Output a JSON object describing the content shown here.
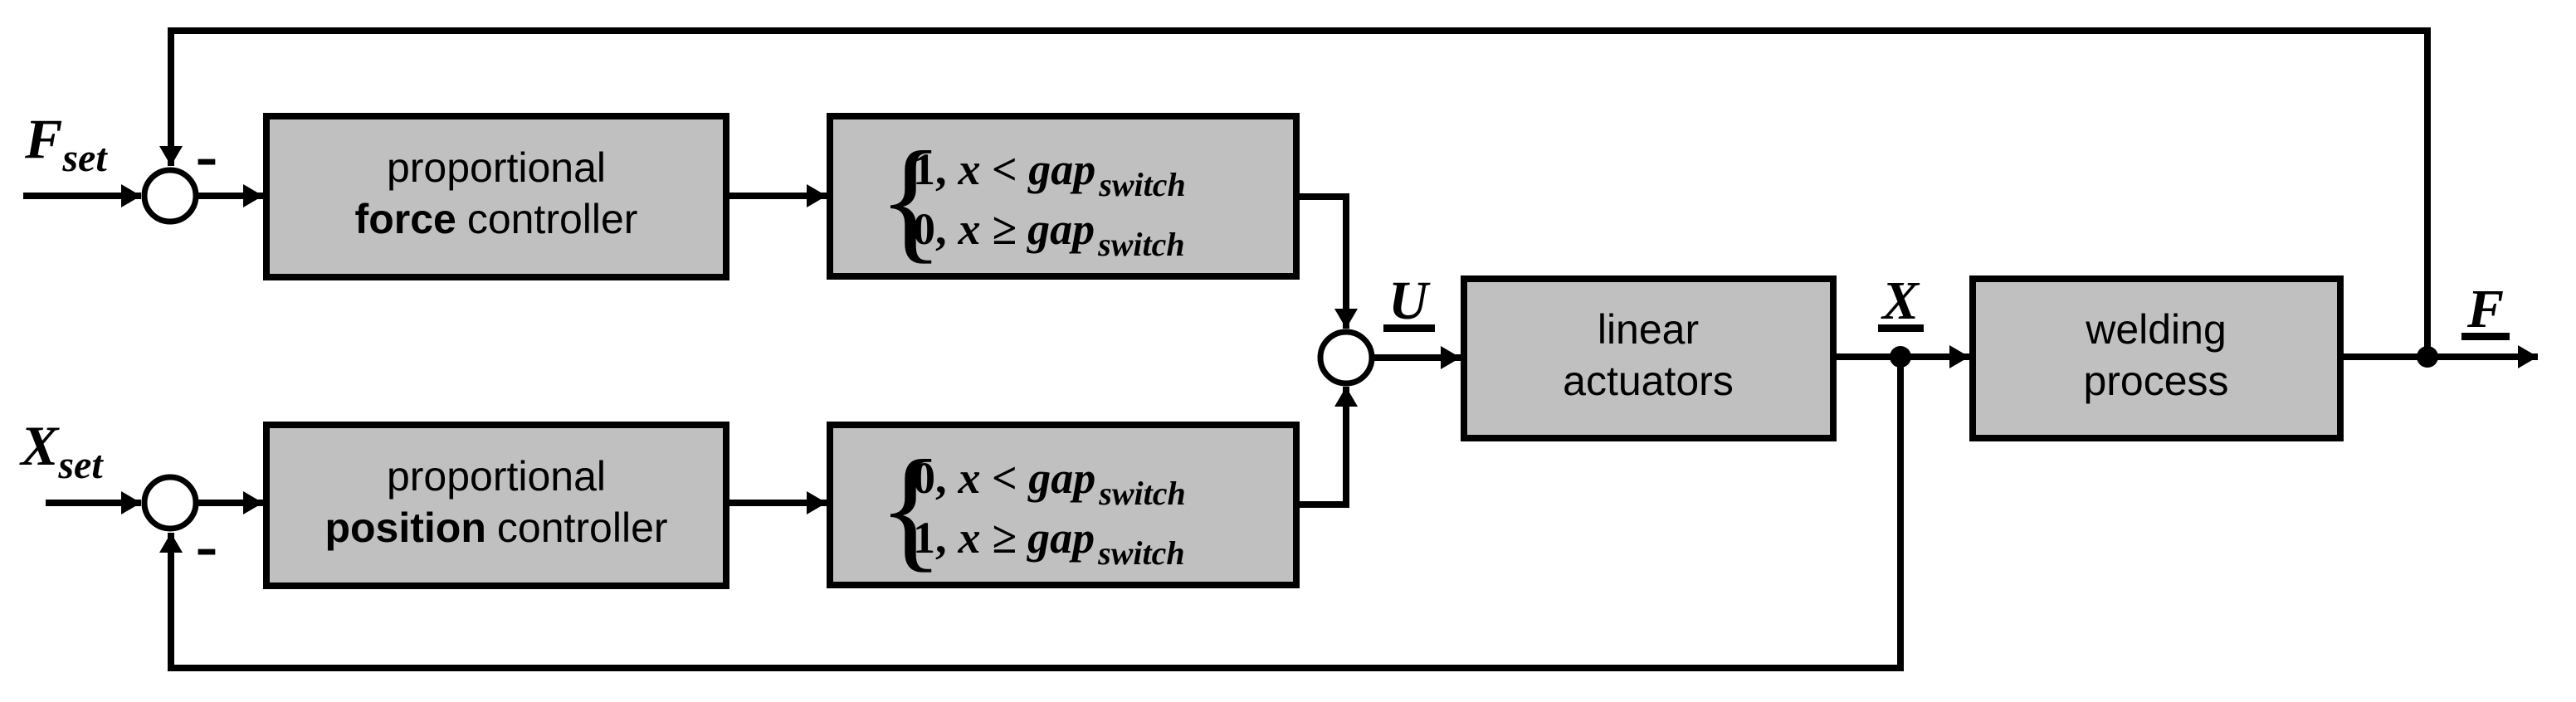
{
  "colors": {
    "background": "#ffffff",
    "block_fill": "#c0c0c0",
    "line": "#000000"
  },
  "inputs": {
    "force_setpoint": {
      "symbol": "F",
      "subscript": "set"
    },
    "position_setpoint": {
      "symbol": "X",
      "subscript": "set"
    }
  },
  "junctions": {
    "force_sum_sign": "-",
    "position_sum_sign": "-"
  },
  "signals": {
    "control_output": "U",
    "position_output": "X",
    "force_output": "F"
  },
  "blocks": {
    "force_controller": {
      "line1": "proportional",
      "line2_bold": "force",
      "line2_rest": "controller"
    },
    "position_controller": {
      "line1": "proportional",
      "line2_bold": "position",
      "line2_rest": "controller"
    },
    "force_switch": {
      "brace": "{",
      "row1": {
        "value": "1,",
        "condition": "x < gap",
        "subscript": "switch"
      },
      "row2": {
        "value": "0,",
        "condition": "x ≥ gap",
        "subscript": "switch"
      }
    },
    "position_switch": {
      "brace": "{",
      "row1": {
        "value": "0,",
        "condition": "x < gap",
        "subscript": "switch"
      },
      "row2": {
        "value": "1,",
        "condition": "x ≥ gap",
        "subscript": "switch"
      }
    },
    "linear_actuators": {
      "line1": "linear",
      "line2": "actuators"
    },
    "welding_process": {
      "line1": "welding",
      "line2": "process"
    }
  }
}
